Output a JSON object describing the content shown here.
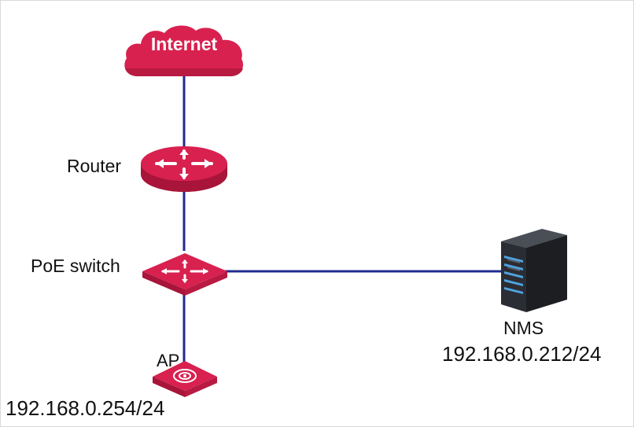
{
  "nodes": {
    "internet": {
      "label": "Internet"
    },
    "router": {
      "label": "Router"
    },
    "poe_switch": {
      "label": "PoE switch"
    },
    "ap": {
      "label": "AP",
      "ip": "192.168.0.254/24"
    },
    "nms": {
      "label": "NMS",
      "ip": "192.168.0.212/24"
    }
  },
  "links": [
    {
      "from": "internet",
      "to": "router"
    },
    {
      "from": "router",
      "to": "poe_switch"
    },
    {
      "from": "poe_switch",
      "to": "nms"
    },
    {
      "from": "poe_switch",
      "to": "ap"
    }
  ],
  "colors": {
    "device": "#d8214f",
    "device_dark": "#a8143a",
    "link": "#1f2b8f",
    "server": "#2a2d33",
    "server_led": "#4fa3e0"
  },
  "icons": {
    "internet": "cloud-icon",
    "router": "router-icon",
    "poe_switch": "switch-icon",
    "ap": "access-point-icon",
    "nms": "server-icon"
  }
}
